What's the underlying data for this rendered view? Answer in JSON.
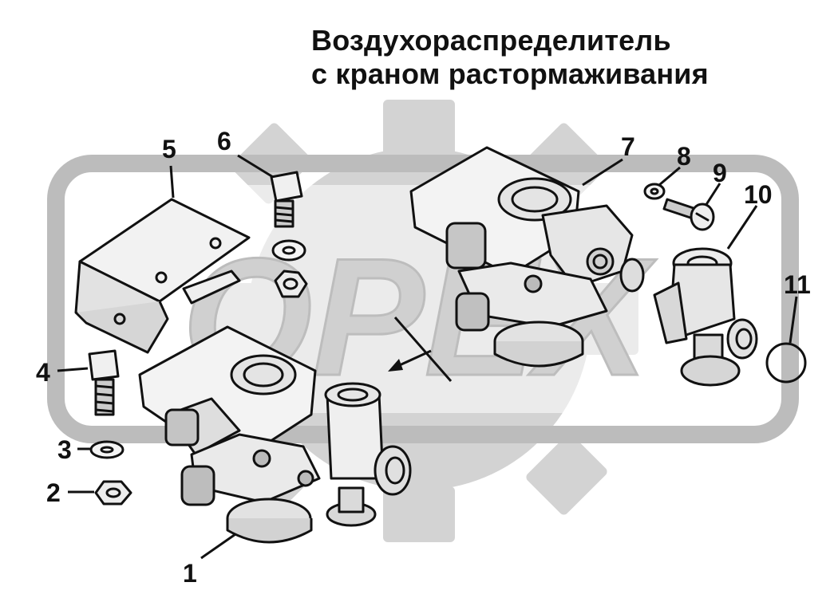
{
  "title": {
    "line1": "Воздухораспределитель",
    "line2": "с краном растормаживания"
  },
  "watermark": {
    "text": "OPEX",
    "color": "#cfcfcf"
  },
  "callouts": [
    "1",
    "2",
    "3",
    "4",
    "5",
    "6",
    "7",
    "8",
    "9",
    "10",
    "11"
  ],
  "colors": {
    "ink": "#111111",
    "part_fill": "#f4f4f4",
    "part_shade": "#bdbdbd",
    "watermark": "#c8c8c8"
  }
}
